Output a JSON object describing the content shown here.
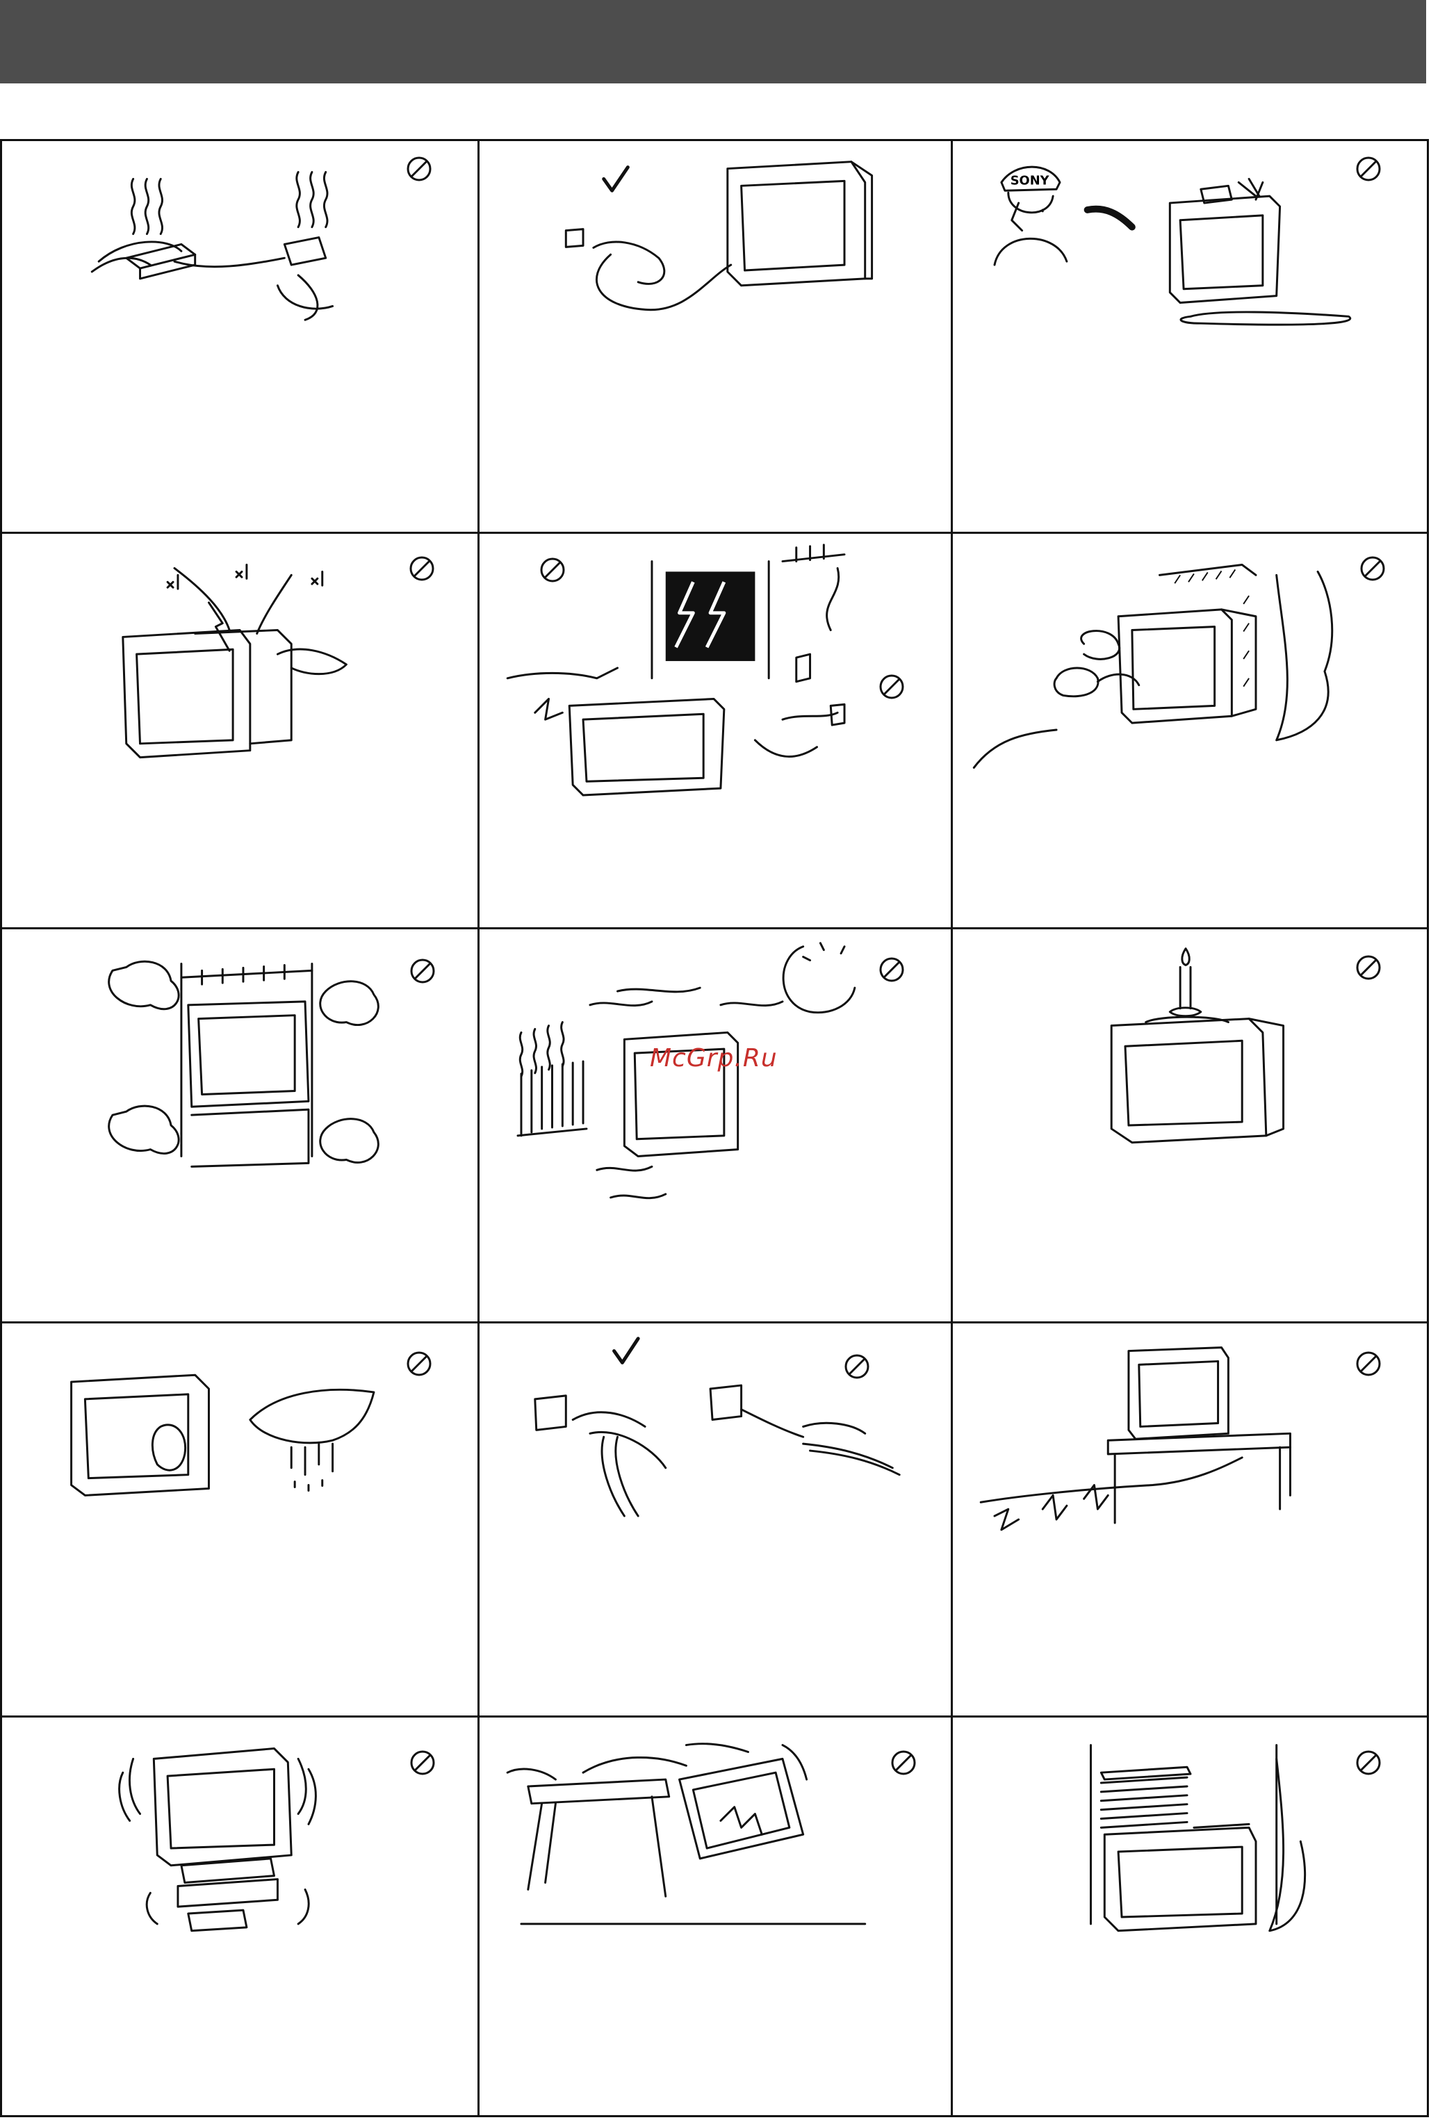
{
  "header": {
    "background_color": "#4d4d4d"
  },
  "watermark": {
    "text": "McGrp.Ru",
    "color": "#c8302c"
  },
  "illustrations": {
    "sony_cap_label": "SONY"
  },
  "grid": {
    "rows": 5,
    "columns": 3,
    "cells": [
      {
        "row": 1,
        "col": 1,
        "scene": "overheated-power-strip",
        "mark": "prohibited"
      },
      {
        "row": 1,
        "col": 2,
        "scene": "unplug-from-outlet",
        "mark": "check"
      },
      {
        "row": 1,
        "col": 3,
        "scene": "call-service-liquid-spill",
        "mark": "prohibited"
      },
      {
        "row": 2,
        "col": 1,
        "scene": "no-opening-cabinet",
        "mark": "prohibited"
      },
      {
        "row": 2,
        "col": 2,
        "scene": "lightning-storm",
        "mark": "prohibited"
      },
      {
        "row": 2,
        "col": 3,
        "scene": "moisture-steam",
        "mark": "prohibited"
      },
      {
        "row": 3,
        "col": 1,
        "scene": "no-ventilation-enclosure",
        "mark": "prohibited"
      },
      {
        "row": 3,
        "col": 2,
        "scene": "heat-and-sunlight",
        "mark": "prohibited"
      },
      {
        "row": 3,
        "col": 3,
        "scene": "candle-on-top",
        "mark": "prohibited"
      },
      {
        "row": 4,
        "col": 1,
        "scene": "wet-cloth-cleaning",
        "mark": "prohibited"
      },
      {
        "row": 4,
        "col": 2,
        "scene": "pull-plug-not-cord",
        "mark": "check-and-prohibited"
      },
      {
        "row": 4,
        "col": 3,
        "scene": "damaged-cord",
        "mark": "prohibited"
      },
      {
        "row": 5,
        "col": 1,
        "scene": "unstable-stand",
        "mark": "prohibited"
      },
      {
        "row": 5,
        "col": 2,
        "scene": "falling-tv",
        "mark": "prohibited"
      },
      {
        "row": 5,
        "col": 3,
        "scene": "blocked-vents-papers",
        "mark": "prohibited"
      }
    ]
  }
}
